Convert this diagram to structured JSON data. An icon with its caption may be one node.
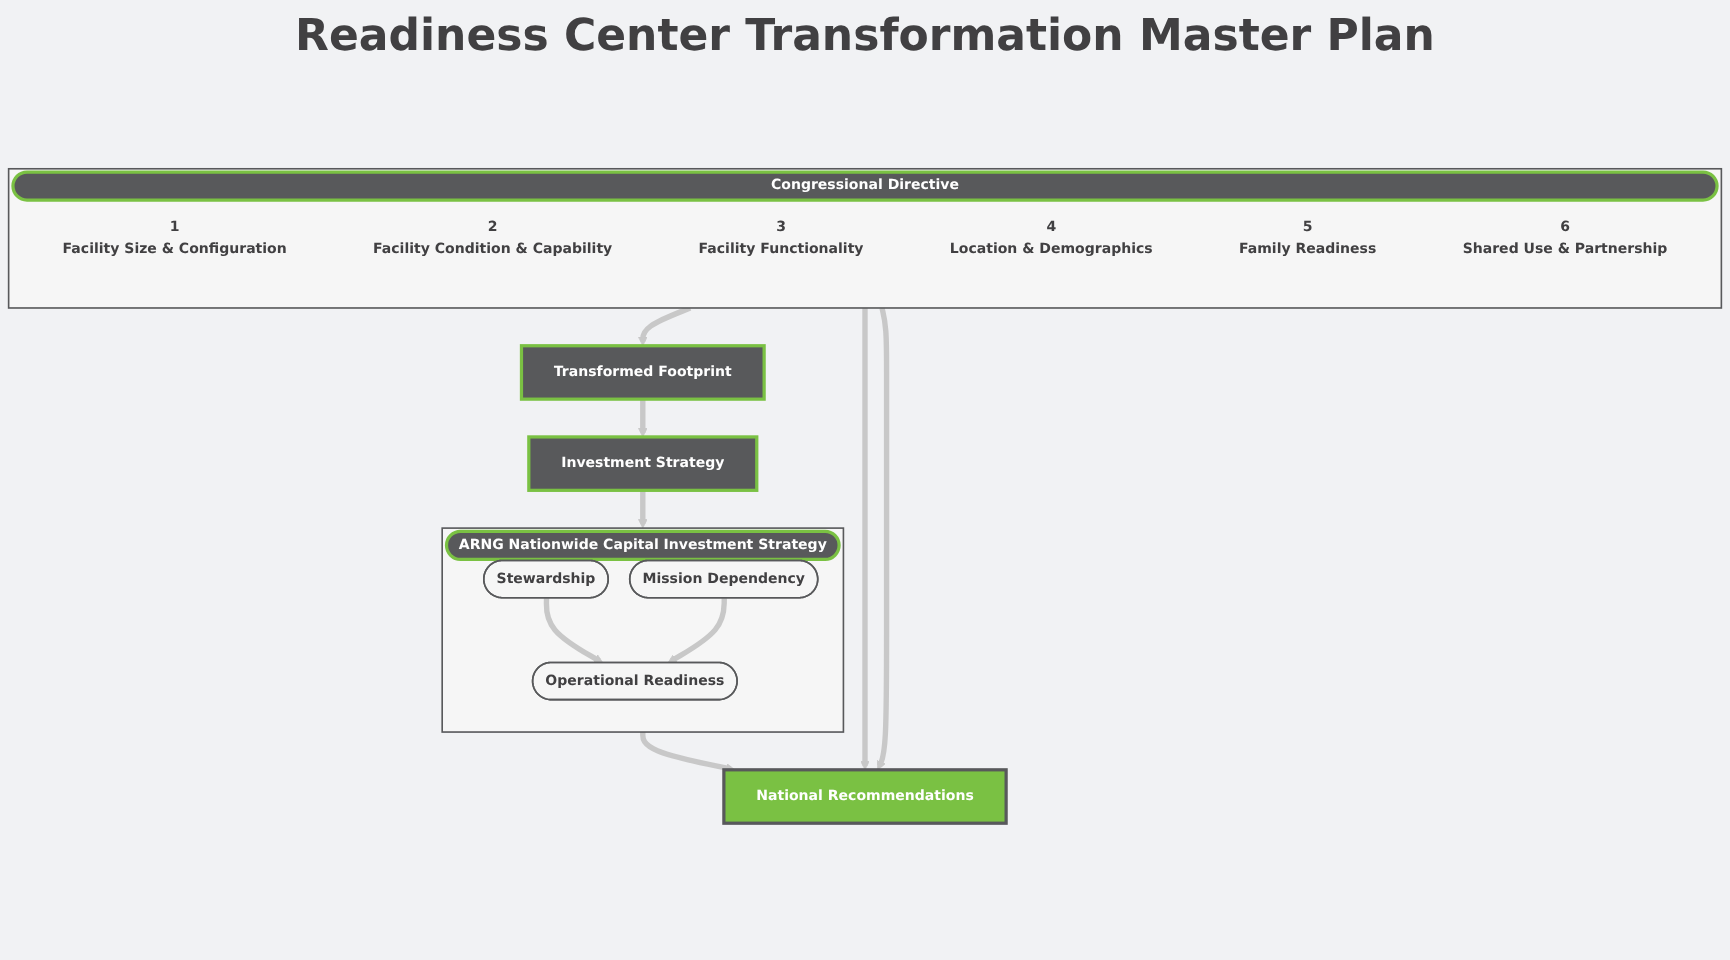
{
  "diagram": {
    "title": "Readiness Center Transformation Master Plan",
    "nodes": [
      {
        "text": [
          "Congressional Directive"
        ]
      },
      {
        "text": [
          "1",
          "Facility Size & Configuration"
        ],
        "in": 0
      },
      {
        "text": [
          "2",
          "Facility Condition & Capability"
        ],
        "in": 0
      },
      {
        "text": [
          "3",
          "Facility Functionality"
        ],
        "in": 0
      },
      {
        "text": [
          "4",
          "Location & Demographics"
        ],
        "in": 0
      },
      {
        "text": [
          "5",
          "Family Readiness"
        ],
        "in": 0
      },
      {
        "text": [
          "6",
          "Shared Use & Partnership"
        ],
        "in": 0
      },
      {
        "text": [
          "Transformed Footprint"
        ]
      },
      {
        "text": [
          "Investment Strategy"
        ]
      },
      {
        "text": [
          "ARNG Nationwide Capital Investment Strategy"
        ]
      },
      {
        "text": [
          "Stewardship"
        ],
        "in": 9
      },
      {
        "text": [
          "Mission Dependency"
        ],
        "in": 9
      },
      {
        "text": [
          "Operational Readiness"
        ],
        "in": 9
      },
      {
        "text": [
          "National Recommendations"
        ]
      }
    ],
    "edges": [
      {
        "from": 0,
        "to": 7,
        "arrow": "to"
      },
      {
        "from": 7,
        "to": 8,
        "arrow": "to"
      },
      {
        "from": 8,
        "to": 9,
        "arrow": "to"
      },
      {
        "from": 10,
        "to": 12,
        "arrow": "to"
      },
      {
        "from": 11,
        "to": 12,
        "arrow": "to"
      },
      {
        "from": 9,
        "to": 13,
        "arrow": "to"
      },
      {
        "from": 0,
        "to": 13,
        "arrow": "to"
      },
      {
        "from": 0,
        "to": 13,
        "arrow": "to"
      }
    ]
  }
}
